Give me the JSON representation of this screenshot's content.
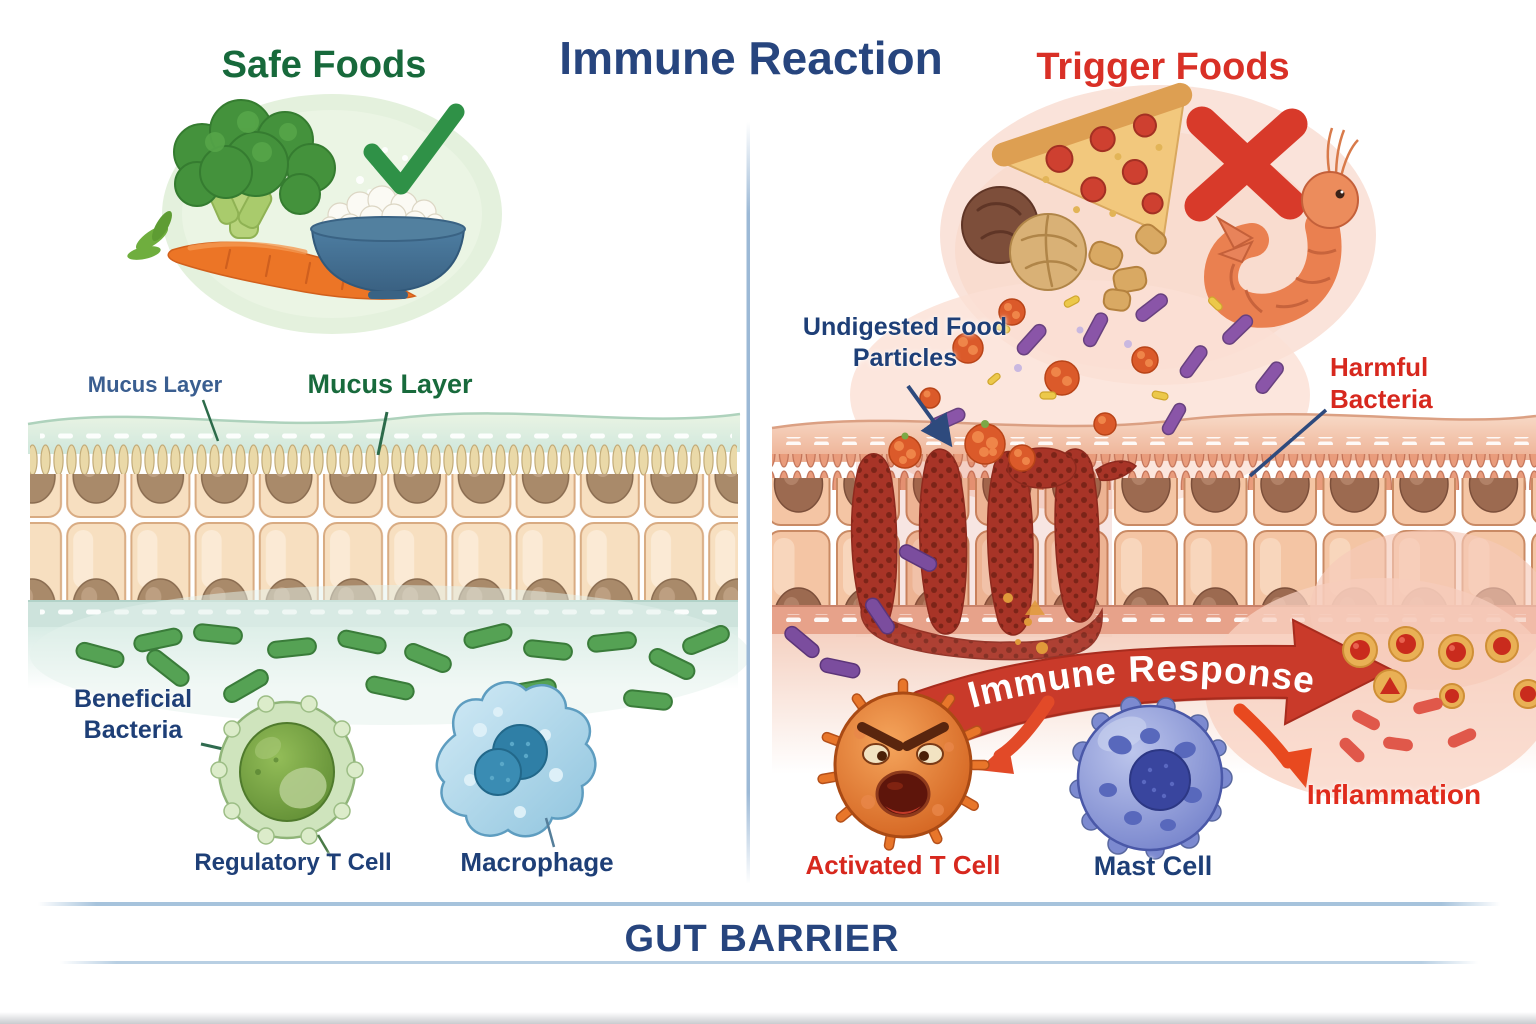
{
  "title": "Immune Reaction",
  "footer": {
    "label": "GUT BARRIER"
  },
  "left_panel": {
    "heading": "Safe Foods",
    "status_icon": "check-icon",
    "foods": [
      "broccoli",
      "carrot",
      "bowl of rice"
    ],
    "labels": {
      "mucus_layer_small": "Mucus Layer",
      "mucus_layer_large": "Mucus Layer",
      "beneficial_bacteria": "Beneficial Bacteria",
      "regulatory_t_cell": "Regulatory T Cell",
      "macrophage": "Macrophage"
    }
  },
  "right_panel": {
    "heading": "Trigger Foods",
    "status_icon": "x-icon",
    "foods": [
      "pizza slice",
      "walnuts",
      "nuts",
      "shrimp"
    ],
    "labels": {
      "undigested_food_particles": "Undigested Food Particles",
      "harmful_bacteria": "Harmful Bacteria",
      "immune_response": "Immune Response",
      "activated_t_cell": "Activated T Cell",
      "mast_cell": "Mast Cell",
      "inflammation": "Inflammation"
    }
  },
  "colors": {
    "safe_green": "#17693b",
    "trigger_red": "#d93026",
    "title_navy": "#27457e",
    "label_navy": "#1e3f77",
    "mucus_label_blue": "#3a5e90",
    "mucus_label_green": "#186a3c",
    "banner_red": "#c93a2a",
    "inflammation_red": "#e02b1c",
    "beneficial_bacteria_green": "#55a254",
    "harmful_bacteria_purple": "#8a55a8"
  }
}
